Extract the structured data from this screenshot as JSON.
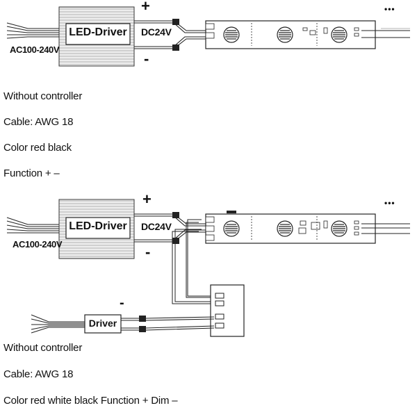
{
  "diagram_top": {
    "driver_label": "LED-Driver",
    "input_label": "AC100-240V",
    "output_label": "DC24V",
    "plus_sign": "+",
    "minus_sign": "-",
    "ellipsis": "•••",
    "captions": [
      "Without controller",
      "Cable: AWG 18",
      "Color red black",
      "Function + –"
    ]
  },
  "diagram_bottom": {
    "driver_label": "LED-Driver",
    "input_label": "AC100-240V",
    "output_label": "DC24V",
    "plus_sign": "+",
    "minus_sign": "-",
    "ellipsis": "•••",
    "dimmer_label": "Driver",
    "dimmer_minus": "-",
    "captions": [
      "Without controller",
      "Cable: AWG 18",
      "Color red white black Function + Dim –"
    ]
  }
}
